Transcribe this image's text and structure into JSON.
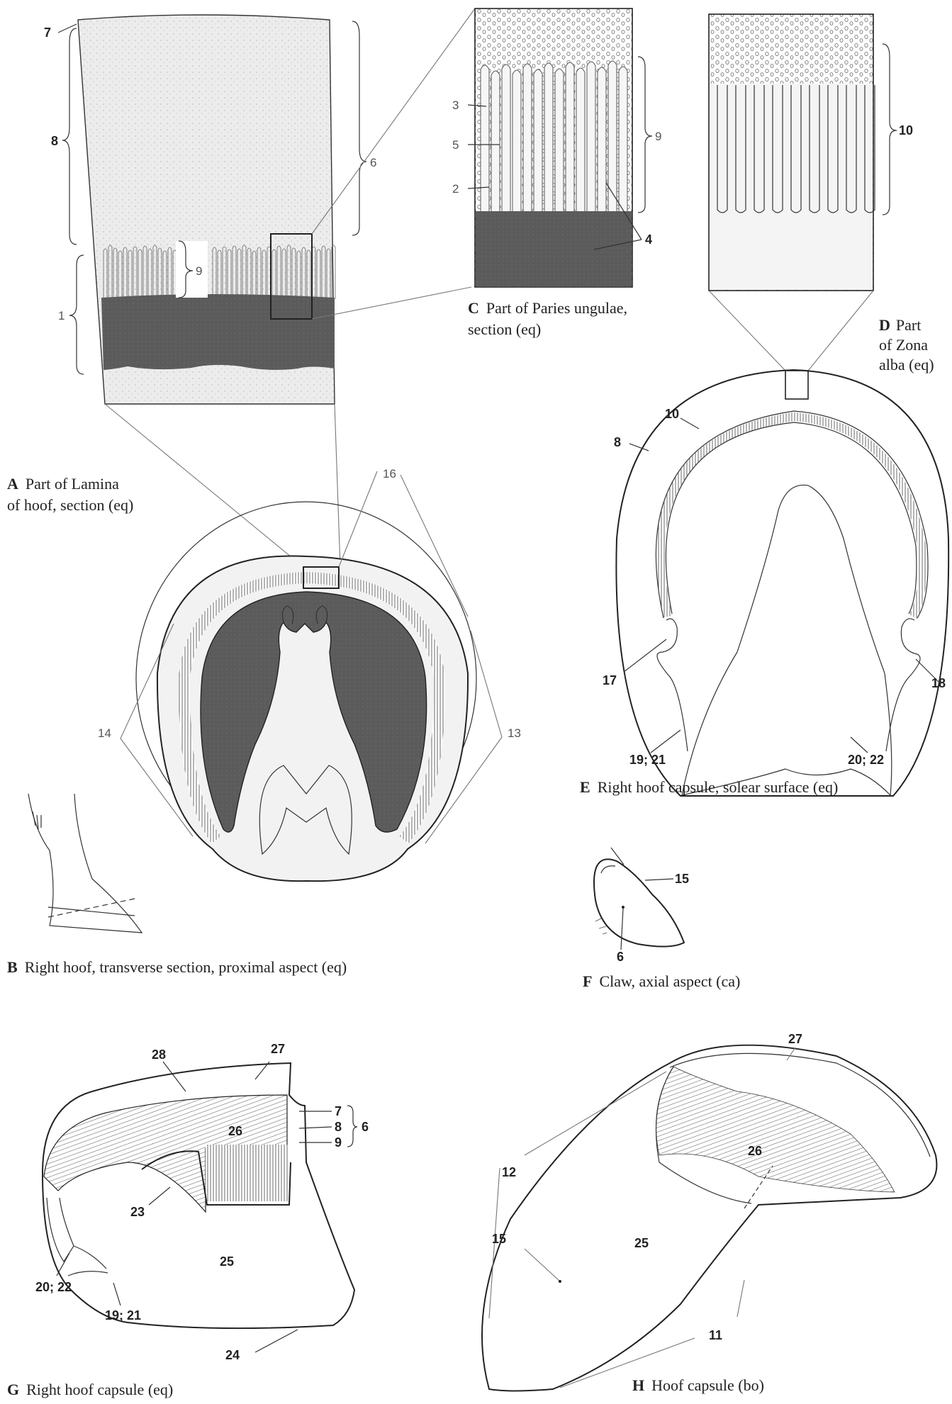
{
  "colors": {
    "dark": "#595959",
    "light": "#f1f1f1",
    "ink": "#222222"
  },
  "panel_a": {
    "letter": "A",
    "caption_line1": "Part of Lamina",
    "caption_line2": "of hoof, section (eq)",
    "labels": {
      "l7": "7",
      "l8": "8",
      "l6": "6",
      "l9": "9",
      "l1": "1"
    }
  },
  "panel_c": {
    "letter": "C",
    "caption_line1": "Part of Paries ungulae,",
    "caption_line2": "section (eq)",
    "labels": {
      "l3": "3",
      "l5": "5",
      "l2": "2",
      "l9": "9",
      "l4": "4"
    }
  },
  "panel_d": {
    "letter": "D",
    "caption_line1": "Part",
    "caption_line2": "of Zona",
    "caption_line3": "alba (eq)",
    "labels": {
      "l10": "10"
    }
  },
  "panel_e": {
    "letter": "E",
    "caption": "Right hoof capsule, solear surface (eq)",
    "labels": {
      "l10": "10",
      "l8": "8",
      "l17": "17",
      "l18": "18",
      "l1921": "19; 21",
      "l2022": "20; 22"
    }
  },
  "panel_b": {
    "letter": "B",
    "caption": "Right hoof, transverse section, proximal aspect (eq)",
    "labels": {
      "l16": "16",
      "l14": "14",
      "l13": "13"
    }
  },
  "panel_f": {
    "letter": "F",
    "caption": "Claw, axial aspect (ca)",
    "labels": {
      "l15": "15",
      "l6": "6"
    }
  },
  "panel_g": {
    "letter": "G",
    "caption": "Right hoof capsule (eq)",
    "labels": {
      "l28": "28",
      "l27": "27",
      "l7": "7",
      "l8": "8",
      "l9": "9",
      "l6": "6",
      "l26": "26",
      "l23": "23",
      "l25": "25",
      "l2022": "20; 22",
      "l1921": "19; 21",
      "l24": "24"
    }
  },
  "panel_h": {
    "letter": "H",
    "caption": "Hoof capsule (bo)",
    "labels": {
      "l27": "27",
      "l26": "26",
      "l12": "12",
      "l15": "15",
      "l25": "25",
      "l11": "11"
    }
  }
}
